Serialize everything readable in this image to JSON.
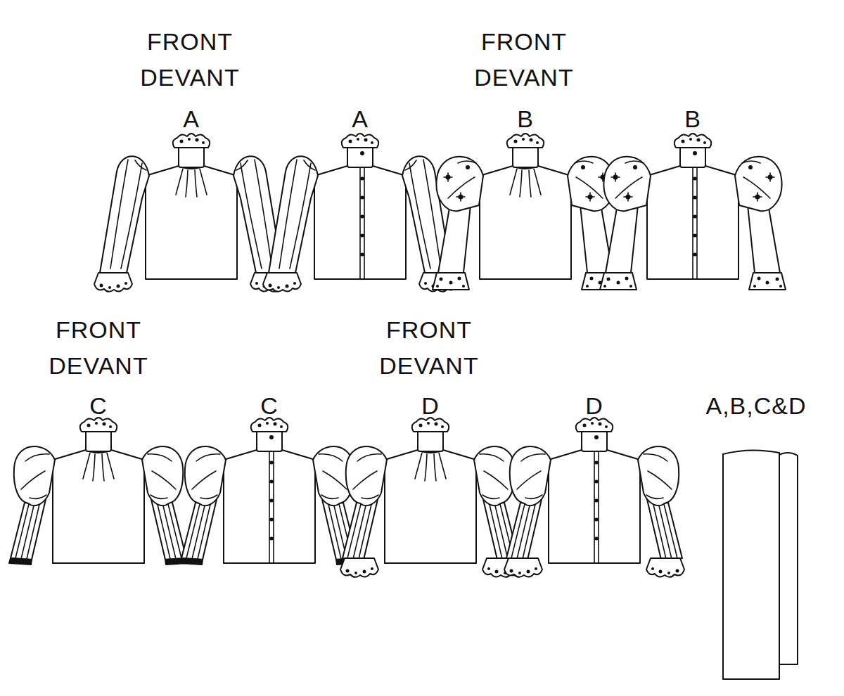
{
  "diagram": {
    "labels": [
      "FRONT",
      "DEVANT",
      "A",
      "A",
      "FRONT",
      "DEVANT",
      "B",
      "B",
      "FRONT",
      "DEVANT",
      "C",
      "C",
      "FRONT",
      "DEVANT",
      "D",
      "D",
      "A,B,C&D"
    ]
  }
}
